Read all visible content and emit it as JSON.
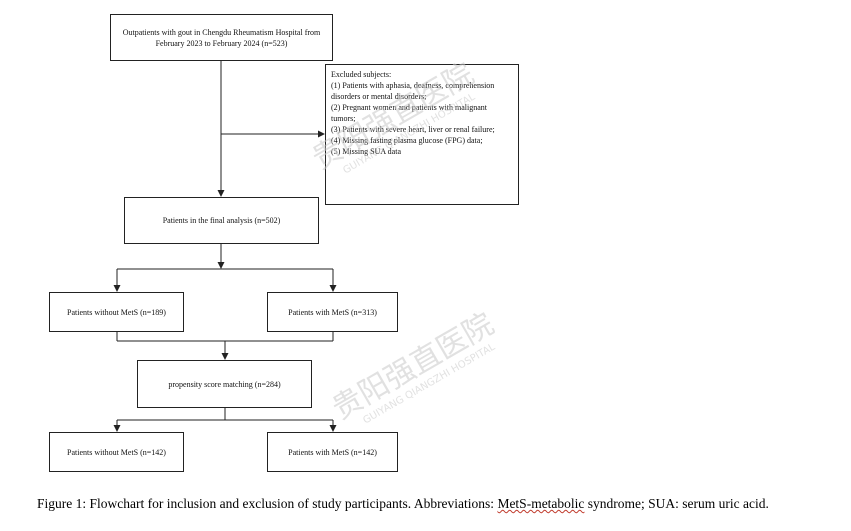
{
  "boxes": {
    "outpatients": "Outpatients with gout in Chengdu Rheumatism Hospital from February 2023 to February 2024 (n=523)",
    "excluded": {
      "title": "Excluded subjects:",
      "lines": [
        "(1) Patients with aphasia, deafness, comprehension disorders or mental disorders;",
        "(2) Pregnant women and patients with malignant tumors;",
        "(3) Patients with severe heart, liver or renal failure;",
        "(4) Missing fasting plasma glucose (FPG) data;",
        "(5) Missing SUA data"
      ]
    },
    "final_analysis": "Patients in the final analysis (n=502)",
    "without_mets_1": "Patients without MetS (n=189)",
    "with_mets_1": "Patients with MetS (n=313)",
    "psm": "propensity score matching (n=284)",
    "without_mets_2": "Patients without MetS (n=142)",
    "with_mets_2": "Patients with MetS (n=142)"
  },
  "watermark": {
    "chinese": "贵阳强直医院",
    "english": "GUIYANG QIANGZHI HOSPITAL"
  },
  "caption": {
    "prefix": "Figure 1: Flowchart for inclusion and exclusion of study participants. Abbreviations: ",
    "mets": "MetS-metabolic",
    "suffix": " syndrome; SUA: serum uric acid."
  }
}
